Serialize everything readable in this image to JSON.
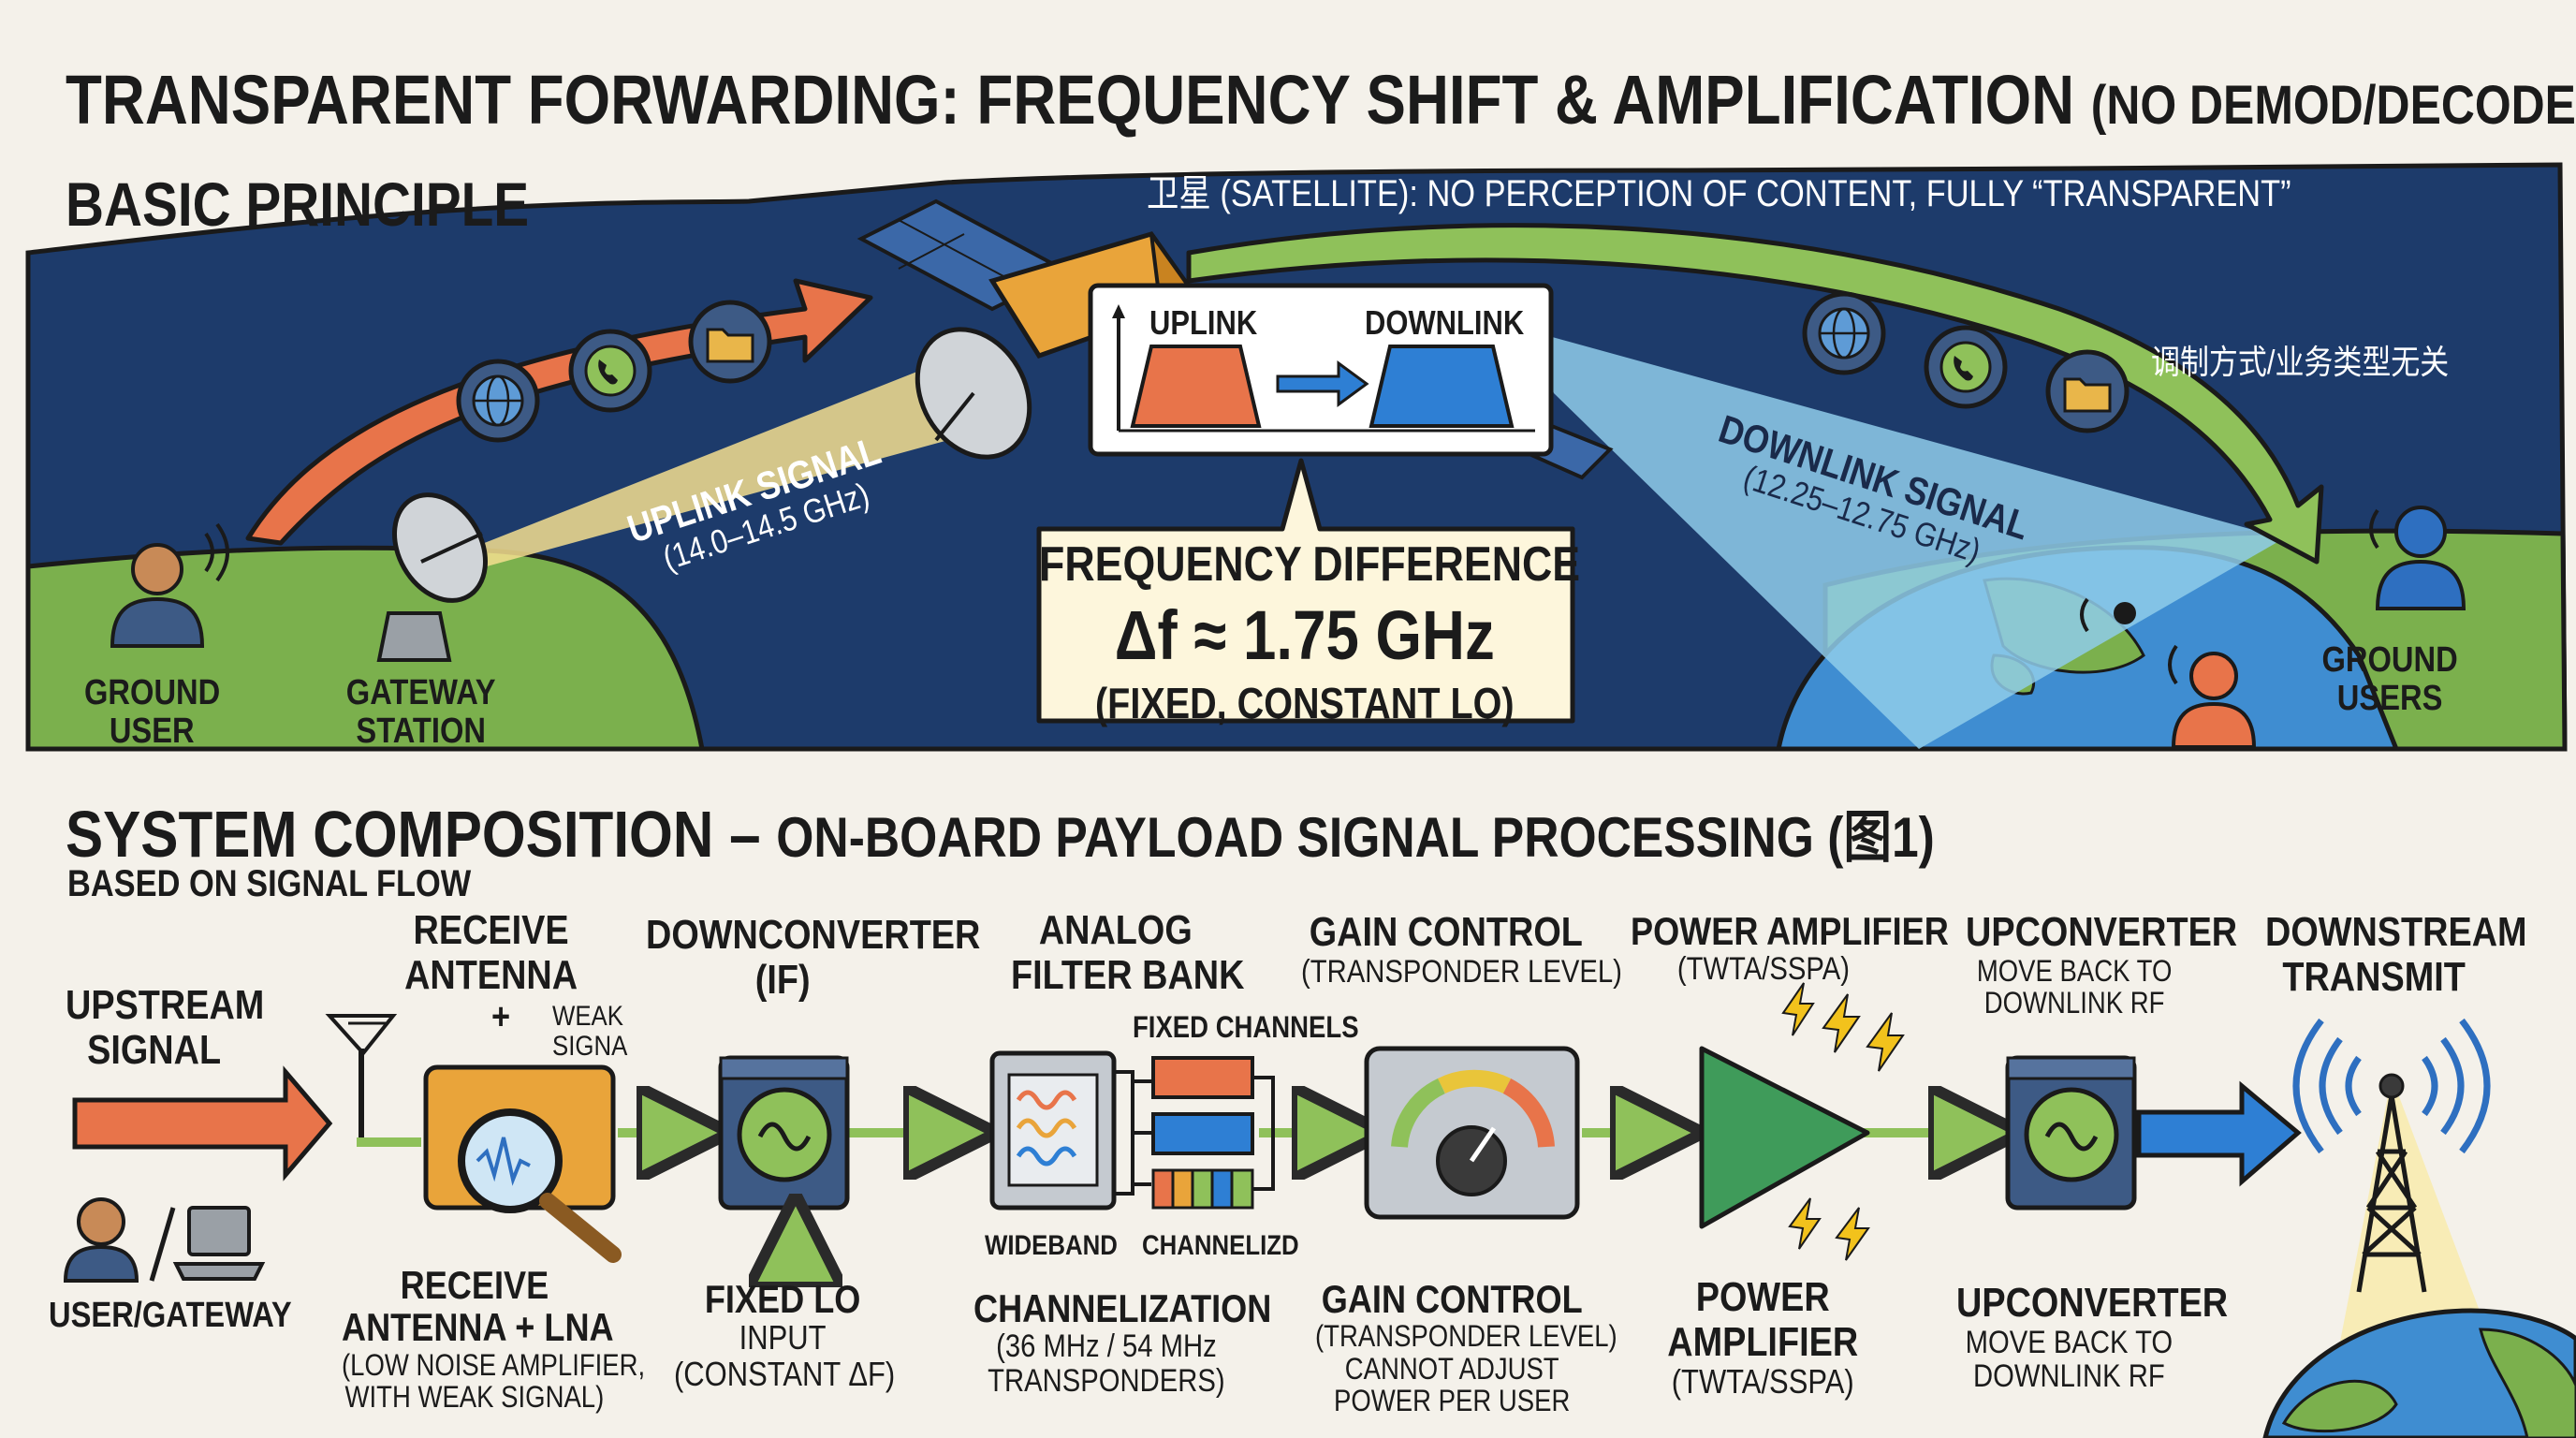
{
  "title": {
    "main": "TRANSPARENT FORWARDING: FREQUENCY SHIFT & AMPLIFICATION",
    "note": "(NO DEMOD/DECODE)"
  },
  "basic_principle": {
    "heading": "BASIC PRINCIPLE",
    "satellite_note": "卫星 (SATELLITE): NO PERCEPTION OF CONTENT, FULLY “TRANSPARENT”",
    "modulation_note": "调制方式/业务类型无关",
    "uplink_label": "UPLINK",
    "downlink_label": "DOWNLINK",
    "uplink_signal": {
      "line1": "UPLINK SIGNAL",
      "line2": "(14.0–14.5 GHz)"
    },
    "downlink_signal": {
      "line1": "DOWNLINK SIGNAL",
      "line2": "(12.25–12.75 GHz)"
    },
    "freq_box": {
      "line1": "FREQUENCY DIFFERENCE",
      "line2": "Δf ≈ 1.75 GHz",
      "line3": "(FIXED, CONSTANT LO)"
    },
    "ground_user": {
      "line1": "GROUND",
      "line2": "USER"
    },
    "gateway": {
      "line1": "GATEWAY",
      "line2": "STATION"
    },
    "ground_users": {
      "line1": "GROUND",
      "line2": "USERS"
    }
  },
  "system_composition": {
    "heading": "SYSTEM COMPOSITION –",
    "heading_note": "ON-BOARD PAYLOAD SIGNAL PROCESSING (图1)",
    "subheading": "BASED ON SIGNAL FLOW",
    "upstream": {
      "line1": "UPSTREAM",
      "line2": "SIGNAL",
      "bottom": "USER/GATEWAY"
    },
    "receive": {
      "top1": "RECEIVE",
      "top2": "ANTENNA",
      "plus": "+",
      "weak1": "WEAK",
      "weak2": "SIGNA",
      "bottom1": "RECEIVE",
      "bottom2": "ANTENNA + LNA",
      "bottom3": "(LOW NOISE AMPLIFIER,",
      "bottom4": "WITH WEAK SIGNAL)"
    },
    "downconverter": {
      "top1": "DOWNCONVERTER",
      "top2": "(IF)",
      "bottom1": "FIXED LO",
      "bottom2": "INPUT",
      "bottom3": "(CONSTANT ΔF)"
    },
    "filter_bank": {
      "top1": "ANALOG",
      "top2": "FILTER BANK",
      "fixed": "FIXED CHANNELS",
      "wideband": "WIDEBAND",
      "channelized": "CHANNELIZD",
      "bottom1": "CHANNELIZATION",
      "bottom2": "(36 MHz / 54 MHz",
      "bottom3": "TRANSPONDERS)"
    },
    "gain_control": {
      "top1": "GAIN CONTROL",
      "top2": "(TRANSPONDER LEVEL)",
      "bottom1": "GAIN CONTROL",
      "bottom2": "(TRANSPONDER LEVEL)",
      "bottom3": "CANNOT ADJUST",
      "bottom4": "POWER PER USER"
    },
    "power_amp": {
      "top1": "POWER AMPLIFIER",
      "top2": "(TWTA/SSPA)",
      "bottom1": "POWER",
      "bottom2": "AMPLIFIER",
      "bottom3": "(TWTA/SSPA)"
    },
    "upconverter": {
      "top1": "UPCONVERTER",
      "top2": "MOVE BACK TO",
      "top3": "DOWNLINK RF",
      "bottom1": "UPCONVERTER",
      "bottom2": "MOVE BACK TO",
      "bottom3": "DOWNLINK RF"
    },
    "downstream": {
      "line1": "DOWNSTREAM",
      "line2": "TRANSMIT"
    }
  },
  "colors": {
    "space": "#1d3b6b",
    "uplink_arrow": "#e8744a",
    "downlink_arrow": "#8fc15a",
    "beam_up": "#f4df8f",
    "beam_down": "#8fcdea",
    "ground": "#6fa84a",
    "box": "#3d5a85",
    "orange": "#e9a43a"
  },
  "icons": [
    "globe-icon",
    "phone-icon",
    "folder-icon",
    "satellite-icon",
    "dish-icon",
    "person-icon",
    "laptop-icon",
    "magnifier-icon",
    "oscillator-icon",
    "gauge-icon",
    "amplifier-triangle-icon",
    "lightning-icon",
    "tower-icon",
    "earth-icon"
  ]
}
